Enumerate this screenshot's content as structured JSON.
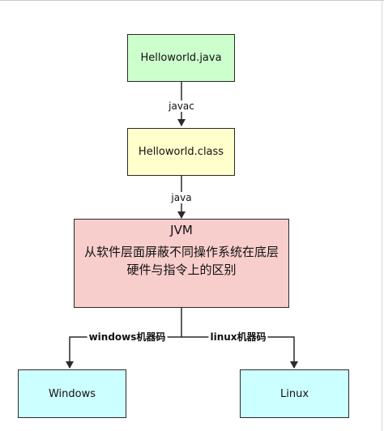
{
  "nodes": {
    "java_file": {
      "label": "Helloworld.java",
      "fill": "#ccffcc"
    },
    "class_file": {
      "label": "Helloworld.class",
      "fill": "#ffffcc"
    },
    "jvm": {
      "title": "JVM",
      "description": "从软件层面屏蔽不同操作系统在底层硬件与指令上的区别",
      "fill": "#f8cecc"
    },
    "windows": {
      "label": "Windows",
      "fill": "#ccffff"
    },
    "linux": {
      "label": "Linux",
      "fill": "#ccffff"
    }
  },
  "edges": {
    "compile": {
      "label": "javac"
    },
    "run": {
      "label": "java"
    },
    "to_windows": {
      "label": "windows机器码"
    },
    "to_linux": {
      "label": "linux机器码"
    }
  },
  "colors": {
    "stroke": "#2a2a2a",
    "background": "#ffffff"
  }
}
